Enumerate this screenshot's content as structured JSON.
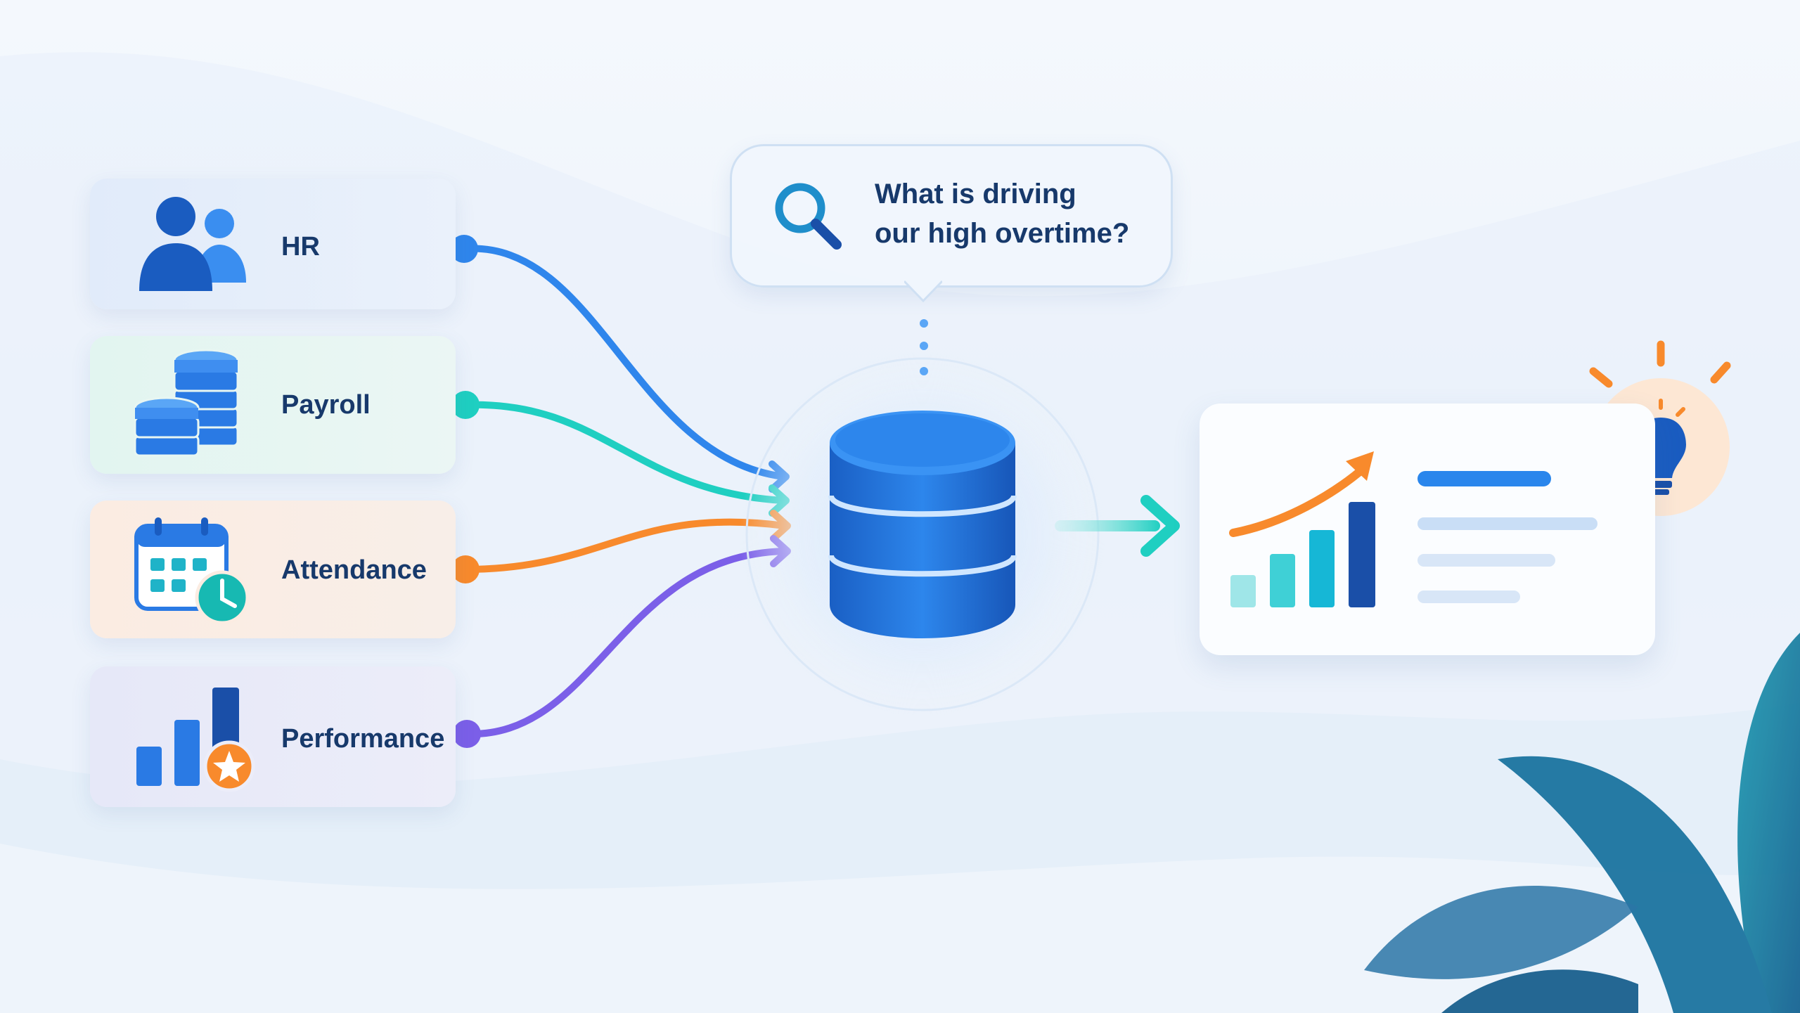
{
  "sources": [
    {
      "label": "HR",
      "icon": "people-icon",
      "color": "#2f86ec"
    },
    {
      "label": "Payroll",
      "icon": "coin-stack-icon",
      "color": "#1fcfc1"
    },
    {
      "label": "Attendance",
      "icon": "calendar-clock-icon",
      "color": "#f88a2c"
    },
    {
      "label": "Performance",
      "icon": "bar-chart-star-icon",
      "color": "#7b5fe8"
    }
  ],
  "query": {
    "line1": "What is driving",
    "line2": "our high overtime?",
    "icon": "search-icon"
  },
  "hub": {
    "icon": "database-icon",
    "color": "#1f6fd6"
  },
  "insight": {
    "chart_icon": "growth-chart-icon",
    "idea_icon": "lightbulb-icon",
    "accent": "#f88a2c"
  }
}
